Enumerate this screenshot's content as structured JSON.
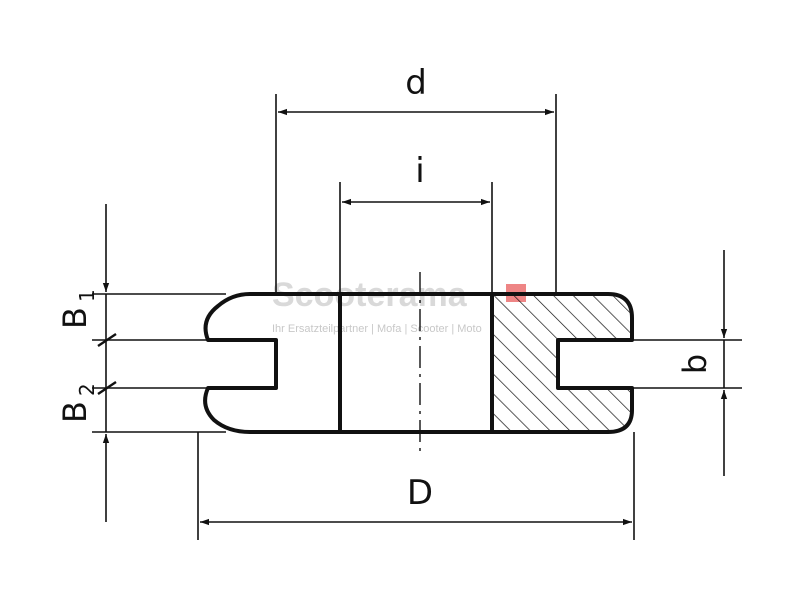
{
  "labels": {
    "d": "d",
    "i": "i",
    "B": "B",
    "sub1": "1",
    "sub2": "2",
    "b": "b",
    "D": "D"
  },
  "watermark": {
    "brand": "Scooterama",
    "tagline": "Ihr Ersatzteilpartner | Mofa | Scooter | Moto",
    "flag_color": "#e02020"
  },
  "colors": {
    "line": "#111111",
    "background": "#ffffff"
  }
}
